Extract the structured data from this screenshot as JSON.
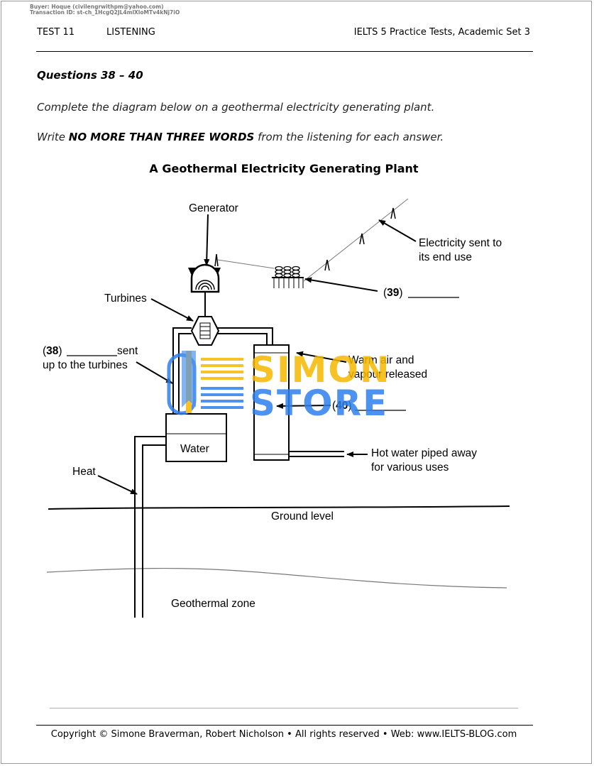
{
  "buyer": {
    "line1": "Buyer:  Hoque (civilengrwithpm@yahoo.com)",
    "line2": "Transaction ID: st-ch_1HcgQ2JL4mlXloMTv4kNj7iO"
  },
  "header": {
    "test": "TEST 11",
    "section": "LISTENING",
    "book": "IELTS 5 Practice Tests, Academic Set 3"
  },
  "questions": {
    "title": "Questions 38 – 40",
    "instruction1": "Complete the diagram below on a geothermal electricity generating plant.",
    "instruction2_pre": "Write ",
    "instruction2_bold": "NO MORE THAN THREE WORDS",
    "instruction2_post": " from the listening for each answer."
  },
  "diagram": {
    "title": "A Geothermal Electricity Generating Plant",
    "labels": {
      "generator": "Generator",
      "electricity_1": "Electricity sent to",
      "electricity_2": "its end use",
      "q39_num": "39",
      "turbines": "Turbines",
      "q38_num": "38",
      "q38_suffix": " sent",
      "q38_line2": "up to the turbines",
      "warm_1": "Warm air and",
      "warm_2": "vapour released",
      "q40_num": "40",
      "water": "Water",
      "hot_1": "Hot water piped away",
      "hot_2": "for various uses",
      "heat": "Heat",
      "ground": "Ground level",
      "geothermal": "Geothermal zone"
    }
  },
  "watermark": {
    "line1": "SIMON",
    "line2": "STORE",
    "color_gold": "#F5B800",
    "color_blue": "#2F80ED"
  },
  "footer": {
    "text": "Copyright © Simone Braverman, Robert Nicholson  •  All rights reserved  •  Web: www.IELTS-BLOG.com"
  }
}
